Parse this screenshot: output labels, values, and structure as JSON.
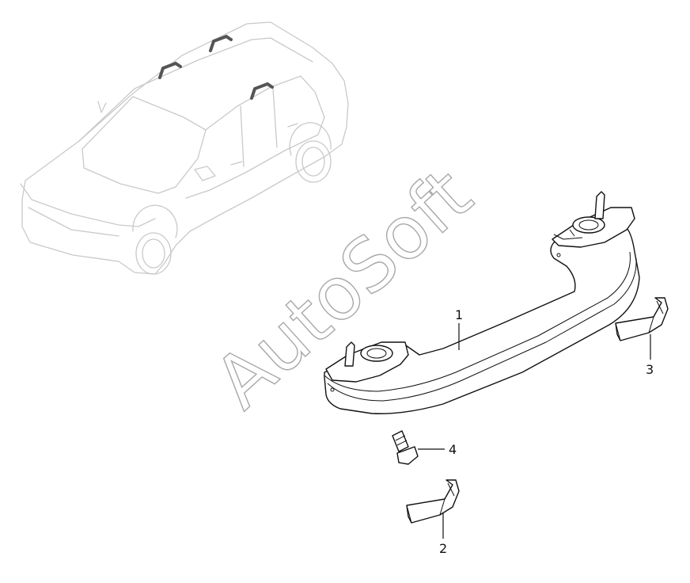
{
  "watermark": "AutoSoft",
  "callouts": [
    {
      "id": "1",
      "label": "1"
    },
    {
      "id": "2",
      "label": "2"
    },
    {
      "id": "3",
      "label": "3"
    },
    {
      "id": "4",
      "label": "4"
    }
  ]
}
